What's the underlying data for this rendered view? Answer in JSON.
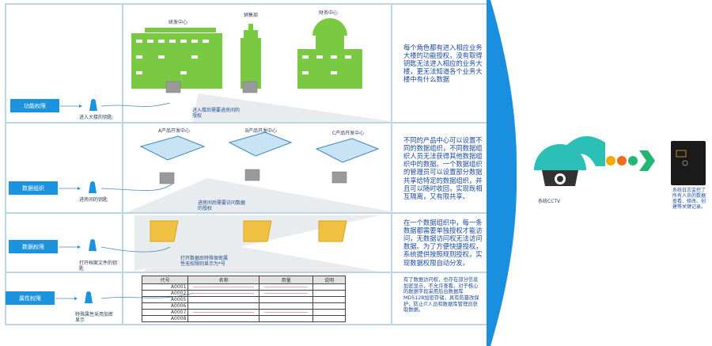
{
  "rows": [
    {
      "button": "功能权限",
      "key_caption": "进入大楼的钥匙",
      "note": "进入楼后需要进房间的授权",
      "description": "每个角色都有进入相应业务大楼的功能授权，没有取得钥匙无法进入相应的业务大楼，更无法知道各个业务大楼中有什么数据"
    },
    {
      "button": "数据组织",
      "key_caption": "进房间的钥匙",
      "note": "进房间后需要访问数据的授权",
      "description": "不同的产品中心可以设置不同的数据组织，不同数据组织人员无法获得其他数据组织中的数据。一个数据组织的管理员可以设置部分数据共享给特定的数据组织，并且可以随时收回，实现既相互隔离，又有限共享。"
    },
    {
      "button": "数据权限",
      "key_caption": "打开档案文件的钥匙",
      "note": "打开数据后特殊保密属性无权限则显示为*号",
      "description": "在一个数据组织中，每一条数据都需要单独授权才能访问，无数据访问权无法访问数据。为了方便快捷授权，系统提供按照规则授权，实现数据权限自动分发。"
    },
    {
      "button": "属性权限",
      "key_caption": "特殊属性采用加密显示",
      "description": "有了数据访问权，也存在部分信息加密显示，不允许查看。对于核心的数据字段采用后台数据库MD5128加密存储，具有防篡改保护，防止IT人员和数据库管理员获取数据。"
    }
  ],
  "buildings": [
    "研发中心",
    "销售部",
    "财务中心"
  ],
  "rooms": [
    "A产品开发中心",
    "B产品开发中心",
    "C产品开发中心"
  ],
  "table": {
    "headers": [
      "代号",
      "名称",
      "用量",
      "说明"
    ],
    "rows": [
      "A0001",
      "A0002",
      "A0005",
      "A0006",
      "A0007",
      "A0008"
    ]
  },
  "cctv": {
    "label": "系统CCTV"
  },
  "safe": {
    "caption": "系统日志监控了所有人员的数据查看、修改、创建等关键记录。"
  },
  "colors": {
    "button": "#1c93de",
    "building": "#7ac943",
    "wave": "#1a8fe0",
    "dots": [
      "#f7a800",
      "#f26b1d",
      "#22b573"
    ]
  }
}
